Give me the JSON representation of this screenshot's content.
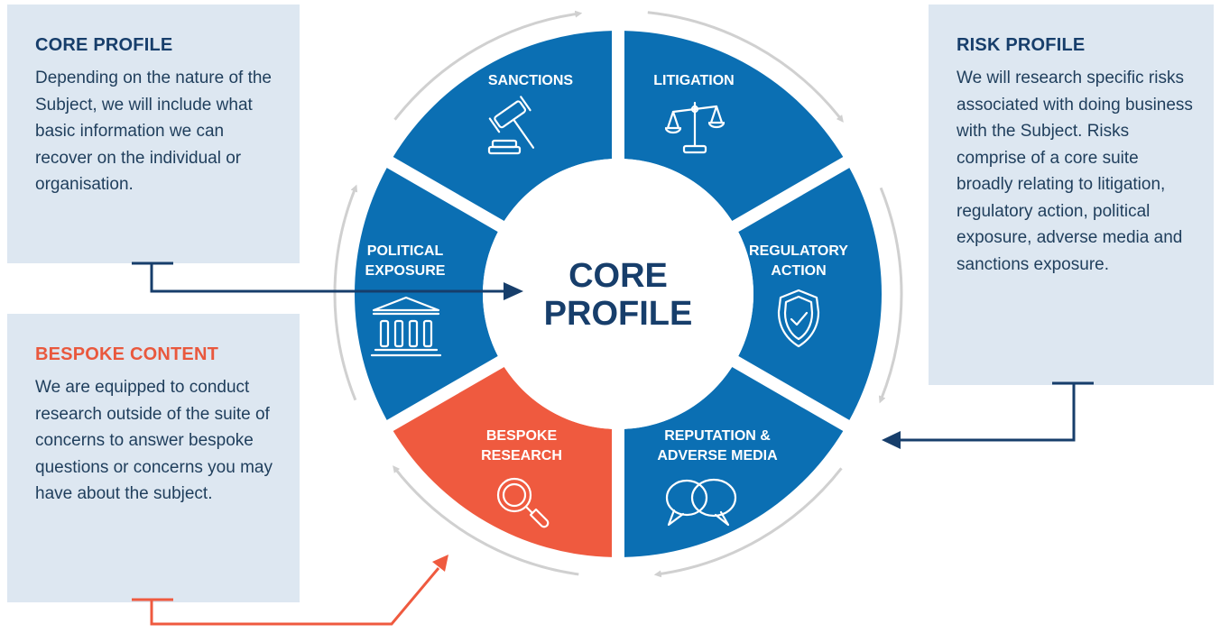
{
  "core_profile_box": {
    "title": "CORE PROFILE",
    "text": "Depending on the nature of the Subject, we will include what basic information we can recover on the individual or organisation."
  },
  "bespoke_box": {
    "title": "BESPOKE CONTENT",
    "text": "We are equipped to conduct research outside of the suite of concerns to answer bespoke questions or concerns you may have about the subject."
  },
  "risk_box": {
    "title": "RISK PROFILE",
    "text": "We will research specific risks associated with doing business with the Subject. Risks comprise of a core suite broadly relating to litigation, regulatory action, political exposure, adverse media and sanctions exposure."
  },
  "center": {
    "line1": "CORE",
    "line2": "PROFILE"
  },
  "segments": {
    "sanctions": {
      "line1": "SANCTIONS",
      "icon": "gavel-icon"
    },
    "litigation": {
      "line1": "LITIGATION",
      "icon": "scales-icon"
    },
    "regulatory": {
      "line1": "REGULATORY",
      "line2": "ACTION",
      "icon": "shield-check-icon"
    },
    "reputation": {
      "line1": "REPUTATION &",
      "line2": "ADVERSE MEDIA",
      "icon": "speech-bubbles-icon"
    },
    "bespoke": {
      "line1": "BESPOKE",
      "line2": "RESEARCH",
      "icon": "magnifier-icon"
    },
    "political": {
      "line1": "POLITICAL",
      "line2": "EXPOSURE",
      "icon": "government-building-icon"
    }
  },
  "colors": {
    "segment_blue": "#0b6fb3",
    "bespoke_red": "#ef5a3f",
    "navy": "#173e6b",
    "box_bg": "#dde7f1",
    "cycle_arrow": "#d0d0d0"
  }
}
